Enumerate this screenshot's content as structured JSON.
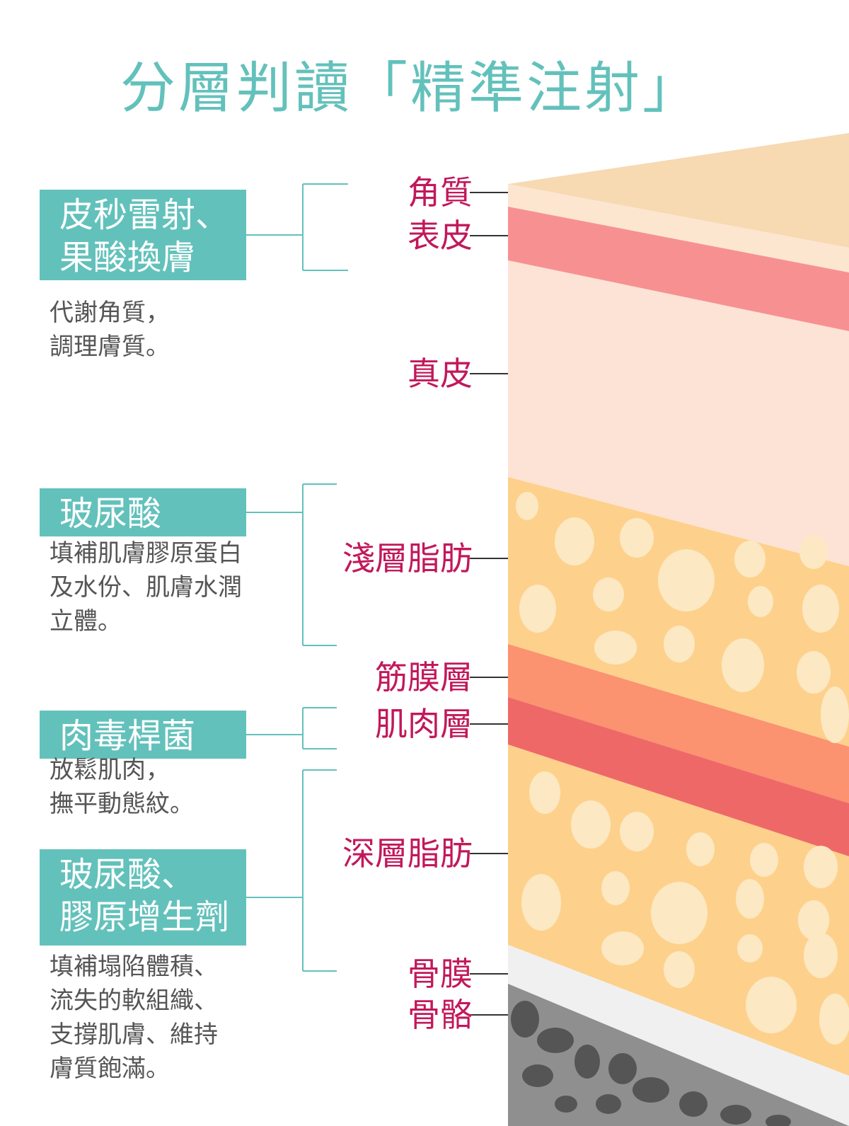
{
  "title": "分層判讀「精準注射」",
  "treatments": [
    {
      "name_lines": [
        "皮秒雷射、",
        "果酸換膚"
      ],
      "desc_lines": [
        "代謝角質，",
        "調理膚質。"
      ]
    },
    {
      "name_lines": [
        "玻尿酸"
      ],
      "desc_lines": [
        "填補肌膚膠原蛋白",
        "及水份、肌膚水潤",
        "立體。"
      ]
    },
    {
      "name_lines": [
        "肉毒桿菌"
      ],
      "desc_lines": [
        "放鬆肌肉，",
        "撫平動態紋。"
      ]
    },
    {
      "name_lines": [
        "玻尿酸、",
        "膠原增生劑"
      ],
      "desc_lines": [
        "填補塌陷體積、",
        "流失的軟組織、",
        "支撐肌膚、維持",
        "膚質飽滿。"
      ]
    }
  ],
  "layers": [
    {
      "label": "角質"
    },
    {
      "label": "表皮"
    },
    {
      "label": "真皮"
    },
    {
      "label": "淺層脂肪"
    },
    {
      "label": "筋膜層"
    },
    {
      "label": "肌肉層"
    },
    {
      "label": "深層脂肪"
    },
    {
      "label": "骨膜"
    },
    {
      "label": "骨骼"
    }
  ],
  "colors": {
    "accent": "#63c1bb",
    "label": "#c2185b",
    "desc_text": "#555555",
    "stratum_corneum_top": "#f7d9b2",
    "stratum_corneum": "#fde6d0",
    "epidermis": "#f79191",
    "dermis": "#fde3d5",
    "fat": "#fdd18c",
    "fat_cell": "#fce8c3",
    "fascia": "#fb9270",
    "muscle": "#ef6868",
    "periosteum": "#f0f0f0",
    "bone": "#8f8f8f",
    "bone_cell": "#555555"
  }
}
